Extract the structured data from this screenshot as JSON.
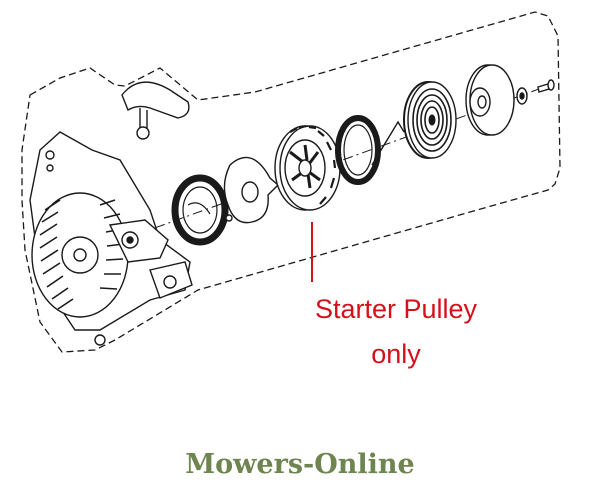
{
  "diagram": {
    "kind": "exploded-parts-view",
    "parts": [
      {
        "name": "starter-housing-with-handle"
      },
      {
        "name": "retaining-ring"
      },
      {
        "name": "friction-plate"
      },
      {
        "name": "starter-pulley",
        "highlighted": true
      },
      {
        "name": "recoil-spring"
      },
      {
        "name": "spring-case"
      },
      {
        "name": "pulley-cap"
      },
      {
        "name": "washer"
      },
      {
        "name": "screw"
      }
    ],
    "outline_color": "#1a1a1a",
    "callout_color": "#d4101b"
  },
  "callout": {
    "line1": "Starter Pulley",
    "line2": "only"
  },
  "brand": {
    "text": "Mowers-Online",
    "color": "#6f8550"
  }
}
